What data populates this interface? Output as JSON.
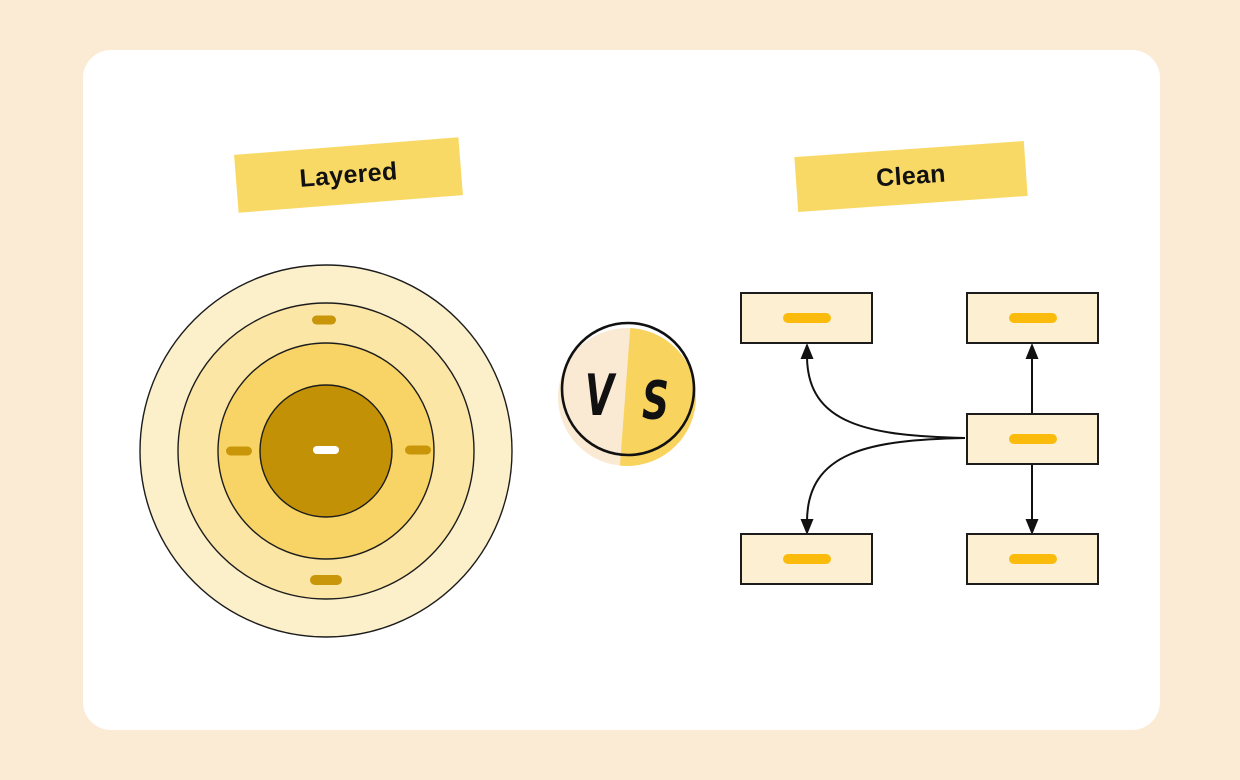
{
  "diagram": {
    "title_left": "Layered",
    "title_right": "Clean",
    "description": "Comparison of a layered concentric-circle structure versus a clean flowchart structure"
  },
  "comparison": {
    "left": {
      "label": "Layered",
      "type": "concentric-circles",
      "rings": [
        {
          "name": "outer-ring",
          "color": "#FCF0CA"
        },
        {
          "name": "second-ring",
          "color": "#FBE6A6"
        },
        {
          "name": "third-ring",
          "color": "#F8D466"
        },
        {
          "name": "core",
          "color": "#C29106"
        }
      ],
      "markers": [
        {
          "position": "top-second-ring",
          "color": "#C9960A"
        },
        {
          "position": "left-third-ring",
          "color": "#C9960A"
        },
        {
          "position": "right-third-ring",
          "color": "#C9960A"
        },
        {
          "position": "center-core",
          "color": "#FFFFFF"
        },
        {
          "position": "bottom-second-ring",
          "color": "#C9960A"
        }
      ]
    },
    "vs": {
      "left_letter": "V",
      "right_letter": "S",
      "left_half_color": "#FAEAD4",
      "right_half_color": "#F8D45F"
    },
    "right": {
      "label": "Clean",
      "type": "flowchart",
      "nodes": [
        {
          "id": "top-left"
        },
        {
          "id": "top-right"
        },
        {
          "id": "middle-right"
        },
        {
          "id": "bottom-left"
        },
        {
          "id": "bottom-right"
        }
      ],
      "connections": [
        {
          "from": "middle-right",
          "to": "top-left",
          "style": "curved-arrow"
        },
        {
          "from": "middle-right",
          "to": "bottom-left",
          "style": "curved-arrow"
        },
        {
          "from": "middle-right",
          "to": "top-right",
          "style": "straight-arrow"
        },
        {
          "from": "middle-right",
          "to": "bottom-right",
          "style": "straight-arrow"
        }
      ]
    }
  },
  "colors": {
    "page_bg": "#FCEBD4",
    "card_bg": "#FFFFFF",
    "banner": "#F9D965",
    "node_fill": "#FCEFD2",
    "node_border": "#1C1C1C",
    "node_pill": "#FBBB0C",
    "line": "#111111"
  }
}
